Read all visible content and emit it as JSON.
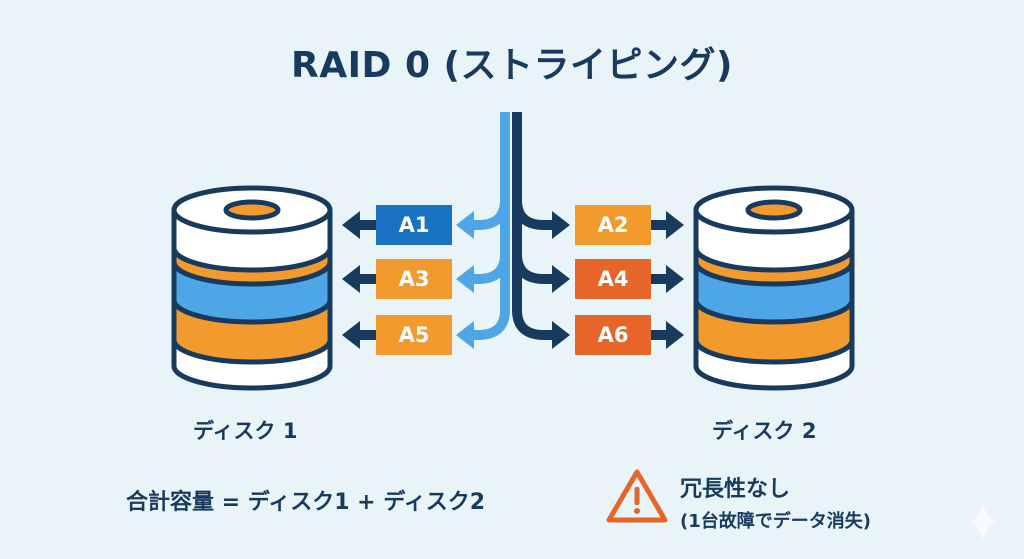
{
  "title": "RAID 0 (ストライピング)",
  "colors": {
    "navy": "#173a5e",
    "light_blue": "#4ea6e6",
    "blue_box": "#1a73c2",
    "orange": "#f29a2e",
    "dark_orange": "#e8652a",
    "background": "#e9f4f8",
    "warning": "#e8652a"
  },
  "disks": [
    {
      "label": "ディスク 1",
      "blocks": [
        "A1",
        "A3",
        "A5"
      ]
    },
    {
      "label": "ディスク 2",
      "blocks": [
        "A2",
        "A4",
        "A6"
      ]
    }
  ],
  "blocks": {
    "A1": "A1",
    "A2": "A2",
    "A3": "A3",
    "A4": "A4",
    "A5": "A5",
    "A6": "A6"
  },
  "formula": "合計容量 = ディスク1 + ディスク2",
  "warning": {
    "icon": "warning-triangle-icon",
    "title": "冗長性なし",
    "detail": "(1台故障でデータ消失)"
  },
  "decoration": {
    "icon": "sparkle-icon"
  }
}
